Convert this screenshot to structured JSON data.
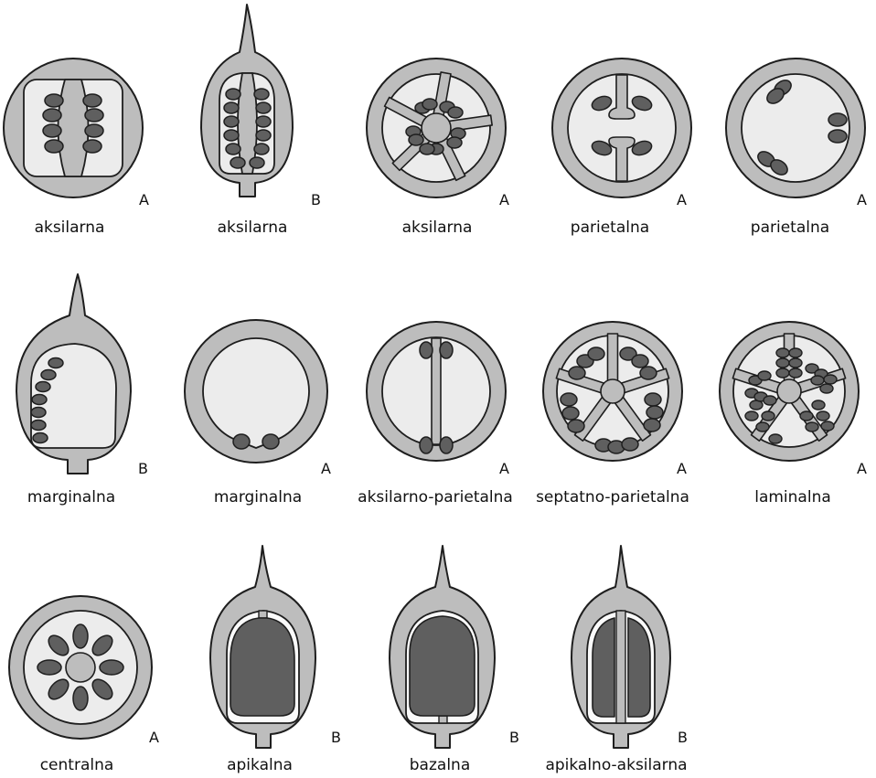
{
  "colors": {
    "wall": "#bdbdbd",
    "cavity": "#ececec",
    "inner_white": "#fafafa",
    "ovule": "#5f5f5f",
    "outline": "#1e1e1e"
  },
  "panels": [
    {
      "label": "aksilarna",
      "view": "A"
    },
    {
      "label": "aksilarna",
      "view": "B"
    },
    {
      "label": "aksilarna",
      "view": "A"
    },
    {
      "label": "parietalna",
      "view": "A"
    },
    {
      "label": "parietalna",
      "view": "A"
    },
    {
      "label": "marginalna",
      "view": "B"
    },
    {
      "label": "marginalna",
      "view": "A"
    },
    {
      "label": "aksilarno-parietalna",
      "view": "A"
    },
    {
      "label": "septatno-parietalna",
      "view": "A"
    },
    {
      "label": "laminalna",
      "view": "A"
    },
    {
      "label": "centralna",
      "view": "A"
    },
    {
      "label": "apikalna",
      "view": "B"
    },
    {
      "label": "bazalna",
      "view": "B"
    },
    {
      "label": "apikalno-aksilarna",
      "view": "B"
    }
  ]
}
